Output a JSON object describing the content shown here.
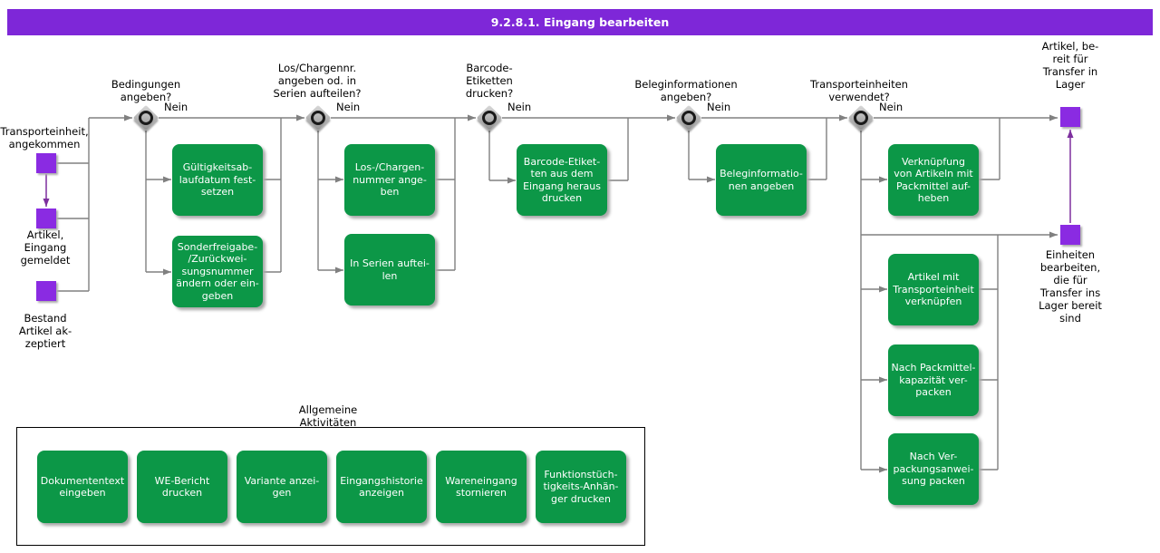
{
  "title": "9.2.8.1. Eingang bearbeiten",
  "colors": {
    "title_bar": "#7e27d8",
    "event_square": "#8a2be2",
    "activity_green": "#0c9747",
    "connector_gray": "#808080",
    "purple_arrow": "#7d2f9e"
  },
  "events": [
    {
      "label": "Transporteinheit,\nangekommen"
    },
    {
      "label": "Artikel,\nEingang\ngemeldet"
    },
    {
      "label": "Bestand\nArtikel ak-\nzeptiert"
    },
    {
      "label": "Artikel, be-\nreit für\nTransfer in\nLager"
    },
    {
      "label": "Einheiten\nbearbeiten,\ndie für\nTransfer ins\nLager bereit\nsind"
    }
  ],
  "gateways": [
    {
      "question": "Bedingungen\nangeben?",
      "no_label": "Nein"
    },
    {
      "question": "Los/Chargennr.\nangeben od. in\nSerien aufteilen?",
      "no_label": "Nein"
    },
    {
      "question": "Barcode-\nEtiketten\ndrucken?",
      "no_label": "Nein"
    },
    {
      "question": "Beleginformationen\nangeben?",
      "no_label": "Nein"
    },
    {
      "question": "Transporteinheiten\nverwendet?",
      "no_label": "Nein"
    }
  ],
  "activities": [
    "Gültigkeitsab-\nlaufdatum fest-\nsetzen",
    "Sonderfreigabe-\n/Zurückwei-\nsungsnummer\nändern oder ein-\ngeben",
    "Los-/Chargen-\nnummer ange-\nben",
    "In Serien auftei-\nlen",
    "Barcode-Etiket-\nten aus dem\nEingang heraus\ndrucken",
    "Beleginformatio-\nnen angeben",
    "Verknüpfung\nvon Artikeln mit\nPackmittel auf-\nheben",
    "Artikel mit\nTransporteinheit\nverknüpfen",
    "Nach Packmittel-\nkapazität ver-\npacken",
    "Nach Ver-\npackungsanwei-\nsung packen"
  ],
  "general_section": {
    "label": "Allgemeine\nAktivitäten",
    "activities": [
      "Dokumententext\neingeben",
      "WE-Bericht\ndrucken",
      "Variante anzei-\ngen",
      "Eingangshistorie\nanzeigen",
      "Wareneingang\nstornieren",
      "Funktionstüch-\ntigkeits-Anhän-\nger drucken"
    ]
  }
}
